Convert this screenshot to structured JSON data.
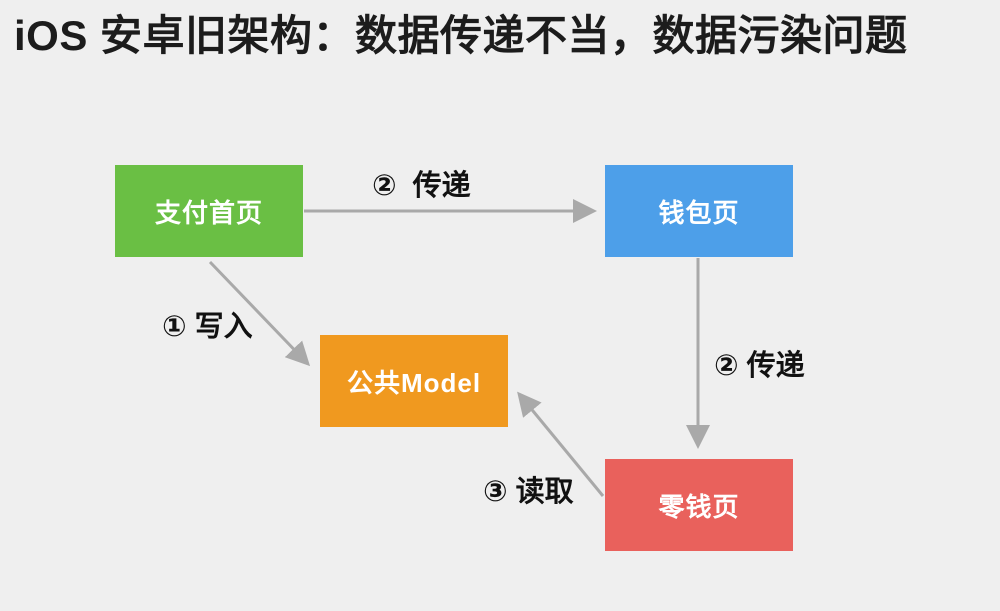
{
  "title": "iOS 安卓旧架构：数据传递不当，数据污染问题",
  "background_color": "#efefef",
  "arrow_color": "#a9a9a9",
  "nodes": [
    {
      "id": "pay-home",
      "label": "支付首页",
      "color": "#6abf44"
    },
    {
      "id": "wallet",
      "label": "钱包页",
      "color": "#4d9fe9"
    },
    {
      "id": "shared-model",
      "label": "公共Model",
      "color": "#f0991f"
    },
    {
      "id": "change-page",
      "label": "零钱页",
      "color": "#e9615c"
    }
  ],
  "edges": [
    {
      "label": "②  传递",
      "from": "pay-home",
      "to": "wallet"
    },
    {
      "label": "① 写入",
      "from": "pay-home",
      "to": "shared-model"
    },
    {
      "label": "② 传递",
      "from": "wallet",
      "to": "change-page"
    },
    {
      "label": "③ 读取",
      "from": "change-page",
      "to": "shared-model"
    }
  ]
}
